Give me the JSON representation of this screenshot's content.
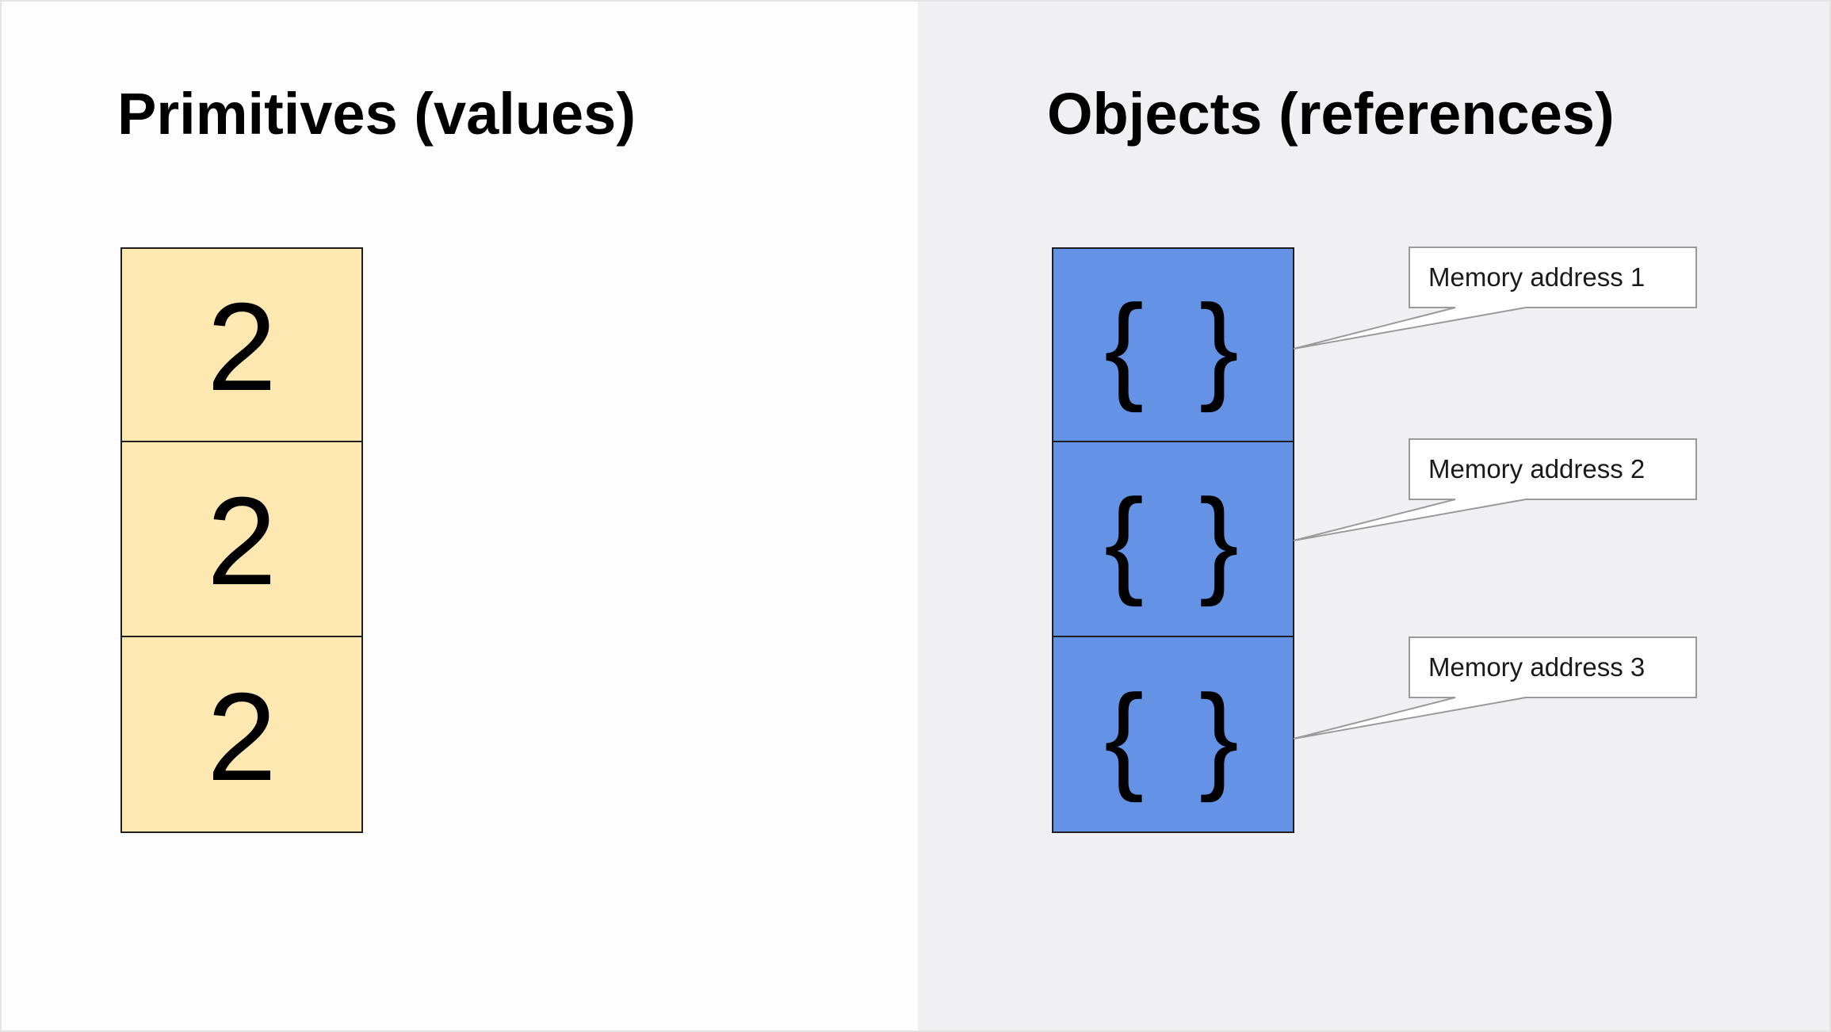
{
  "primitives": {
    "title": "Primitives (values)",
    "cells": [
      "2",
      "2",
      "2"
    ],
    "cell_color": "#fce8b0"
  },
  "objects": {
    "title": "Objects (references)",
    "cells": [
      "{ }",
      "{ }",
      "{ }"
    ],
    "cell_color": "#6493e6",
    "callouts": [
      "Memory address 1",
      "Memory address 2",
      "Memory address 3"
    ]
  },
  "colors": {
    "left_background": "#fdfdfd",
    "right_background": "#f0f0f2"
  }
}
